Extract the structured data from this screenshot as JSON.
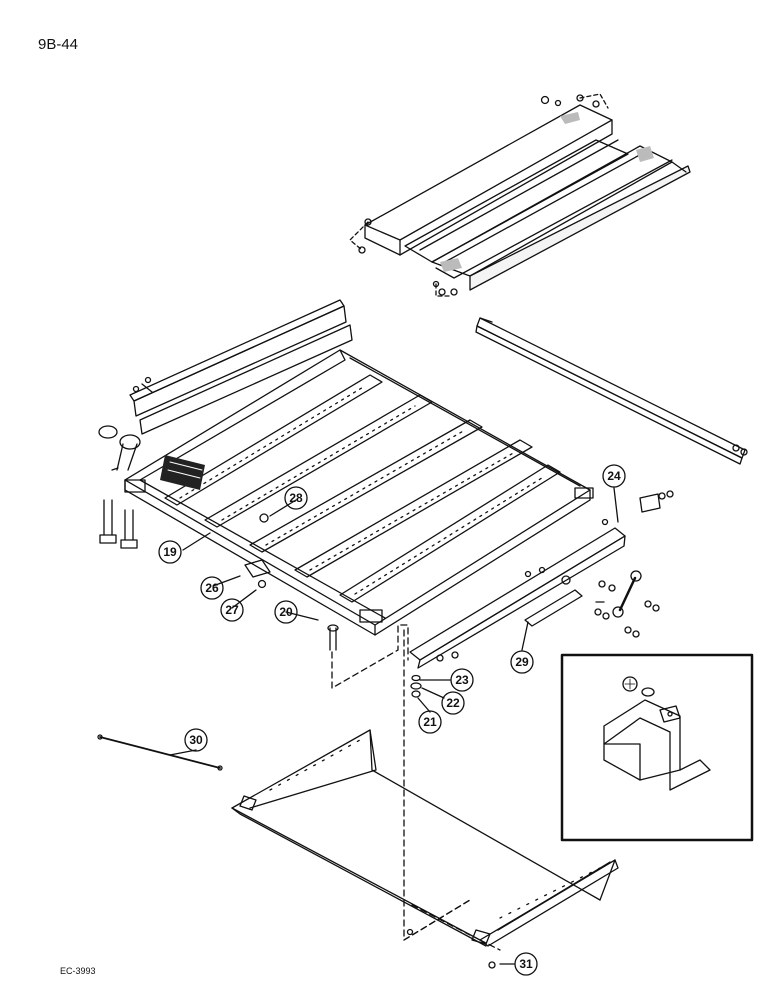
{
  "page_number": "9B-44",
  "figure_code": "EC-3993",
  "callouts": [
    {
      "id": "19",
      "label": "19"
    },
    {
      "id": "20",
      "label": "20"
    },
    {
      "id": "21",
      "label": "21"
    },
    {
      "id": "22",
      "label": "22"
    },
    {
      "id": "23",
      "label": "23"
    },
    {
      "id": "24",
      "label": "24"
    },
    {
      "id": "26",
      "label": "26"
    },
    {
      "id": "27",
      "label": "27"
    },
    {
      "id": "28",
      "label": "28"
    },
    {
      "id": "29",
      "label": "29"
    },
    {
      "id": "30",
      "label": "30"
    },
    {
      "id": "31",
      "label": "31"
    }
  ]
}
